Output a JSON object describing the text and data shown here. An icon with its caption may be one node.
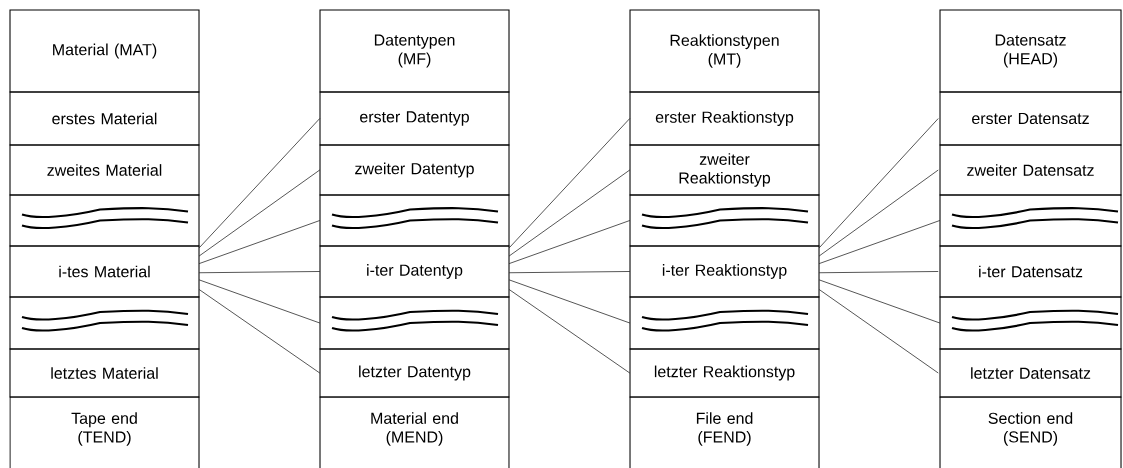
{
  "diagram": {
    "nodes": [
      {
        "text": [
          "Material (MAT)"
        ]
      },
      {
        "text": [
          "erstes Material"
        ]
      },
      {
        "text": [
          "zweites Material"
        ]
      },
      {
        "text": [],
        "shape": "box"
      },
      {
        "text": [
          "i-tes Material"
        ]
      },
      {
        "text": [],
        "shape": "box"
      },
      {
        "text": [
          "letztes Material"
        ]
      },
      {
        "text": [
          "Tape end (TEND)"
        ]
      },
      {
        "text": [
          "Datentypen (MF)"
        ]
      },
      {
        "text": [
          "erster Datentyp"
        ]
      },
      {
        "text": [
          "zweiter Datentyp"
        ]
      },
      {
        "text": [],
        "shape": "box"
      },
      {
        "text": [
          "i-ter Datentyp"
        ]
      },
      {
        "text": [],
        "shape": "box"
      },
      {
        "text": [
          "letzter Datentyp"
        ]
      },
      {
        "text": [
          "Material end (MEND)"
        ]
      },
      {
        "text": [
          "Reaktionstypen (MT)"
        ]
      },
      {
        "text": [
          "erster Reaktionstyp"
        ]
      },
      {
        "text": [
          "zweiter Reaktionstyp"
        ]
      },
      {
        "text": [],
        "shape": "box"
      },
      {
        "text": [
          "i-ter Reaktionstyp"
        ]
      },
      {
        "text": [],
        "shape": "box"
      },
      {
        "text": [
          "letzter Reaktionstyp"
        ]
      },
      {
        "text": [
          "File end (FEND)"
        ]
      },
      {
        "text": [
          "Datensatz (HEAD)"
        ]
      },
      {
        "text": [
          "erster Datensatz"
        ]
      },
      {
        "text": [
          "zweiter Datensatz"
        ]
      },
      {
        "text": [],
        "shape": "box"
      },
      {
        "text": [
          "i-ter Datensatz"
        ]
      },
      {
        "text": [],
        "shape": "box"
      },
      {
        "text": [
          "letzter Datensatz"
        ]
      },
      {
        "text": [
          "Section end (SEND)"
        ]
      }
    ],
    "edges": [
      {
        "from": 4,
        "to": 9,
        "arrow": "none"
      },
      {
        "from": 4,
        "to": 10,
        "arrow": "none"
      },
      {
        "from": 4,
        "to": 11,
        "arrow": "none"
      },
      {
        "from": 4,
        "to": 12,
        "arrow": "none"
      },
      {
        "from": 4,
        "to": 13,
        "arrow": "none"
      },
      {
        "from": 4,
        "to": 14,
        "arrow": "none"
      },
      {
        "from": 12,
        "to": 17,
        "arrow": "none"
      },
      {
        "from": 12,
        "to": 18,
        "arrow": "none"
      },
      {
        "from": 12,
        "to": 19,
        "arrow": "none"
      },
      {
        "from": 12,
        "to": 20,
        "arrow": "none"
      },
      {
        "from": 12,
        "to": 21,
        "arrow": "none"
      },
      {
        "from": 12,
        "to": 22,
        "arrow": "none"
      },
      {
        "from": 20,
        "to": 25,
        "arrow": "none"
      },
      {
        "from": 20,
        "to": 26,
        "arrow": "none"
      },
      {
        "from": 20,
        "to": 27,
        "arrow": "none"
      },
      {
        "from": 20,
        "to": 28,
        "arrow": "none"
      },
      {
        "from": 20,
        "to": 29,
        "arrow": "none"
      },
      {
        "from": 20,
        "to": 30,
        "arrow": "none"
      }
    ]
  }
}
